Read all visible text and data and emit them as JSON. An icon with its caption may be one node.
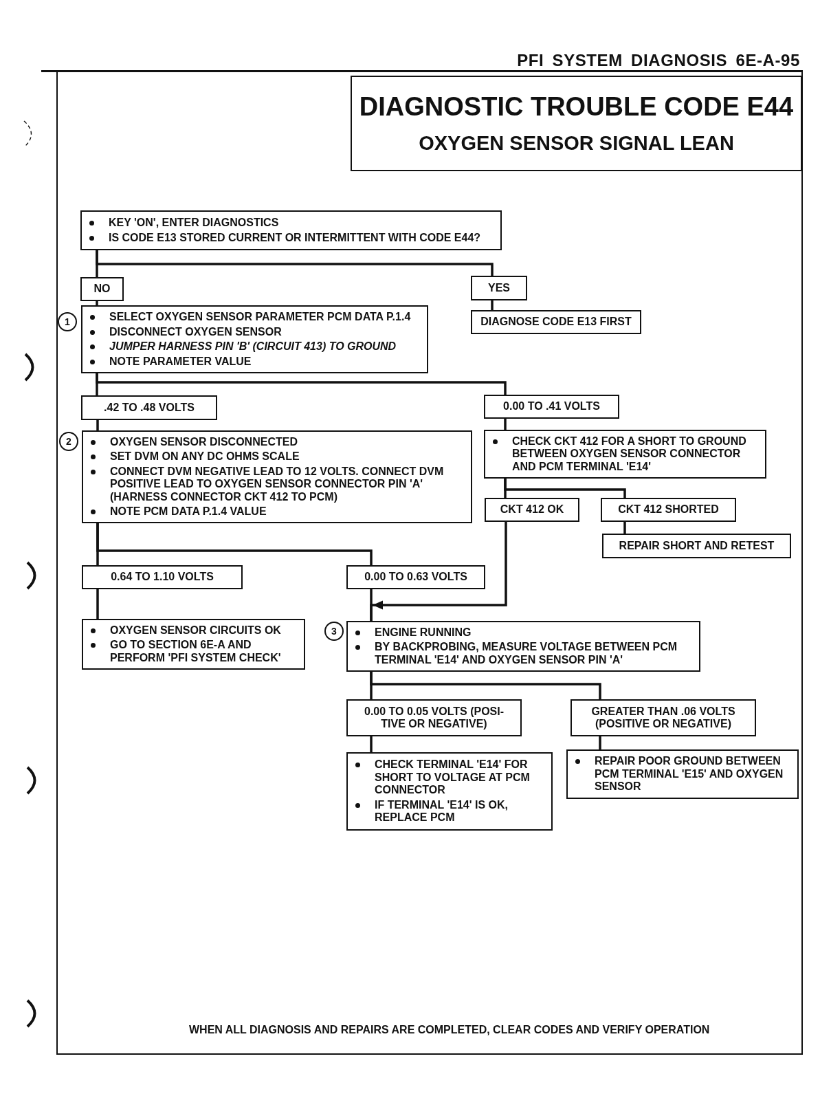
{
  "diagram": {
    "nodes": [
      {
        "text": [
          "DIAGNOSTIC TROUBLE CODE E44",
          "OXYGEN SENSOR SIGNAL LEAN"
        ]
      },
      {
        "text": [
          "KEY 'ON', ENTER DIAGNOSTICS",
          "IS CODE E13 STORED CURRENT OR INTERMITTENT WITH CODE E44?"
        ]
      },
      {
        "text": [
          "NO"
        ]
      },
      {
        "text": [
          "YES"
        ]
      },
      {
        "text": [
          "SELECT OXYGEN SENSOR PARAMETER PCM DATA P.1.4",
          "DISCONNECT OXYGEN SENSOR",
          "JUMPER HARNESS PIN 'B' (CIRCUIT 413) TO GROUND",
          "NOTE PARAMETER VALUE"
        ],
        "beside": [
          "1"
        ]
      },
      {
        "text": [
          "DIAGNOSE CODE E13 FIRST"
        ]
      },
      {
        "text": [
          ".42 TO .48 VOLTS"
        ]
      },
      {
        "text": [
          "0.00 TO .41 VOLTS"
        ]
      },
      {
        "text": [
          "OXYGEN SENSOR DISCONNECTED",
          "SET DVM ON ANY DC OHMS SCALE",
          "CONNECT DVM NEGATIVE LEAD TO 12 VOLTS. CONNECT DVM POSITIVE LEAD TO OXYGEN SENSOR CONNECTOR PIN 'A' (HARNESS CONNECTOR CKT 412 TO PCM)",
          "NOTE PCM DATA P.1.4 VALUE"
        ],
        "beside": [
          "2"
        ]
      },
      {
        "text": [
          "CHECK CKT 412 FOR A SHORT TO GROUND BETWEEN OXYGEN SENSOR CONNECTOR AND PCM TERMINAL 'E14'"
        ]
      },
      {
        "text": [
          "CKT 412 OK"
        ]
      },
      {
        "text": [
          "CKT 412 SHORTED"
        ]
      },
      {
        "text": [
          "REPAIR SHORT AND RETEST"
        ]
      },
      {
        "text": [
          "0.64 TO 1.10 VOLTS"
        ]
      },
      {
        "text": [
          "0.00 TO 0.63 VOLTS"
        ]
      },
      {
        "text": [
          "OXYGEN SENSOR CIRCUITS OK",
          "GO TO SECTION 6E-A AND PERFORM 'PFI SYSTEM CHECK'"
        ]
      },
      {
        "text": [
          "ENGINE RUNNING",
          "BY BACKPROBING, MEASURE VOLTAGE BETWEEN PCM TERMINAL 'E14' AND OXYGEN SENSOR PIN 'A'"
        ],
        "beside": [
          "3"
        ]
      },
      {
        "text": [
          "0.00 TO 0.05 VOLTS (POSI-TIVE OR NEGATIVE)"
        ]
      },
      {
        "text": [
          "GREATER THAN .06 VOLTS (POSITIVE OR NEGATIVE)"
        ]
      },
      {
        "text": [
          "CHECK TERMINAL 'E14' FOR SHORT TO VOLTAGE AT PCM CONNECTOR",
          "IF TERMINAL 'E14' IS OK, REPLACE PCM"
        ]
      },
      {
        "text": [
          "REPAIR POOR GROUND BETWEEN PCM TERMINAL 'E15' AND OXYGEN SENSOR"
        ]
      }
    ],
    "edges": [
      {
        "from": 1,
        "to": 2,
        "arrow": "none"
      },
      {
        "from": 1,
        "to": 3,
        "arrow": "none"
      },
      {
        "from": 2,
        "to": 4,
        "arrow": "none"
      },
      {
        "from": 3,
        "to": 5,
        "arrow": "none"
      },
      {
        "from": 4,
        "to": 6,
        "arrow": "none"
      },
      {
        "from": 4,
        "to": 7,
        "arrow": "none"
      },
      {
        "from": 6,
        "to": 8,
        "arrow": "none"
      },
      {
        "from": 7,
        "to": 9,
        "arrow": "none"
      },
      {
        "from": 9,
        "to": 10,
        "arrow": "none"
      },
      {
        "from": 9,
        "to": 11,
        "arrow": "none"
      },
      {
        "from": 11,
        "to": 12,
        "arrow": "none"
      },
      {
        "from": 8,
        "to": 13,
        "arrow": "none"
      },
      {
        "from": 8,
        "to": 14,
        "arrow": "none"
      },
      {
        "from": 13,
        "to": 15,
        "arrow": "none"
      },
      {
        "from": 14,
        "to": 16,
        "arrow": "none"
      },
      {
        "from": 10,
        "to": 16,
        "arrow": "to"
      },
      {
        "from": 16,
        "to": 17,
        "arrow": "none"
      },
      {
        "from": 16,
        "to": 18,
        "arrow": "none"
      },
      {
        "from": 17,
        "to": 19,
        "arrow": "none"
      },
      {
        "from": 18,
        "to": 20,
        "arrow": "none"
      }
    ],
    "labels": [
      "PFI SYSTEM DIAGNOSIS 6E-A-95",
      "WHEN ALL DIAGNOSIS AND REPAIRS ARE COMPLETED, CLEAR CODES AND VERIFY OPERATION"
    ]
  }
}
